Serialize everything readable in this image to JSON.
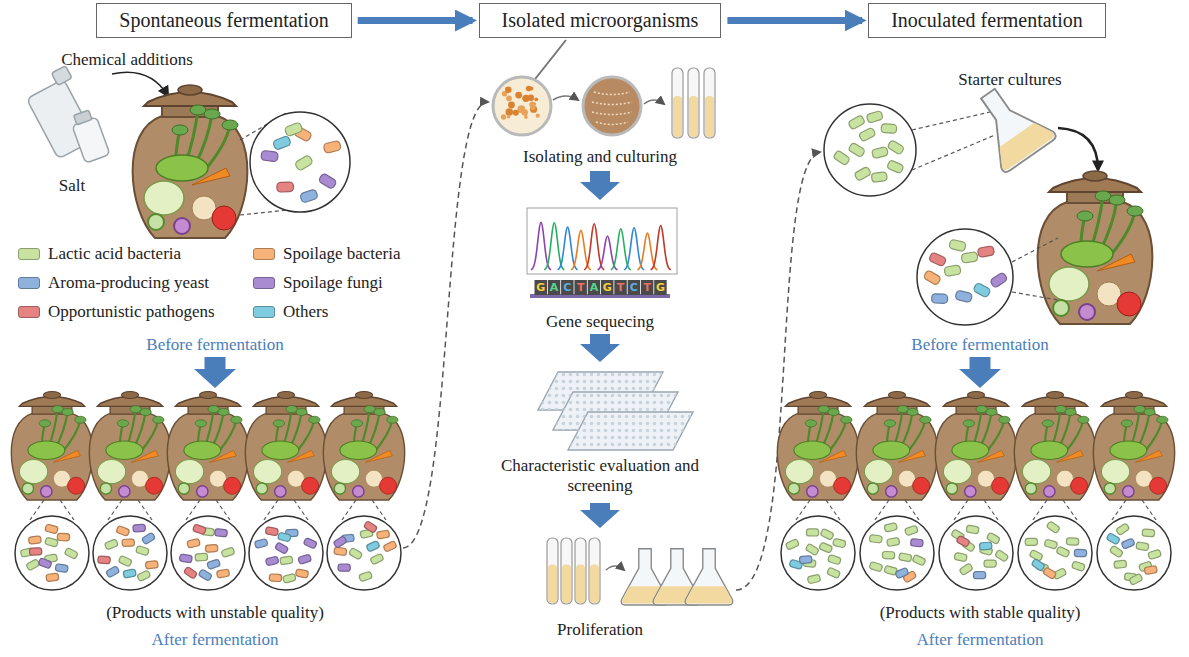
{
  "diagram": {
    "nodes": [
      {
        "text": [
          "Spontaneous fermentation"
        ]
      },
      {
        "text": [
          "Isolated microorganisms"
        ]
      },
      {
        "text": [
          "Inoculated fermentation"
        ]
      }
    ],
    "edges": [
      {
        "from": 0,
        "to": 1,
        "arrow": "to"
      },
      {
        "from": 1,
        "to": 2,
        "arrow": "to"
      }
    ],
    "labels": [
      "Chemical additions",
      "Salt",
      "Before fermentation",
      "(Products with unstable quality)",
      "After fermentation",
      "Isolating and culturing",
      "G",
      "A",
      "C",
      "T",
      "A",
      "G",
      "T",
      "C",
      "T",
      "G",
      "Gene sequecing",
      "Characteristic evaluation and screening",
      "Proliferation",
      "Starter cultures",
      "Before fermentation",
      "(Products with stable quality)",
      "After fermentation"
    ],
    "legend": [
      {
        "text": "Lactic acid bacteria",
        "color": "#c8e3a0"
      },
      {
        "text": "Spoilage bacteria",
        "color": "#f7b27a"
      },
      {
        "text": "Aroma-producing yeast",
        "color": "#8eb1de"
      },
      {
        "text": "Spoilage fungi",
        "color": "#a98bd2"
      },
      {
        "text": "Opportunistic pathogens",
        "color": "#e58383"
      },
      {
        "text": "Others",
        "color": "#7fcbe0"
      }
    ]
  }
}
